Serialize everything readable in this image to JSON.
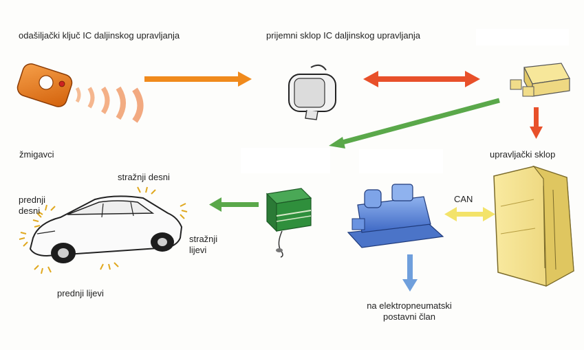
{
  "labels": {
    "key_fob": "odašiljački ključ IC daljinskog upravljanja",
    "receiver": "prijemni sklop IC daljinskog upravljanja",
    "indicators": "žmigavci",
    "control_unit": "upravljački sklop",
    "rear_right": "stražnji desni",
    "front_right_1": "prednji",
    "front_right_2": "desni",
    "rear_left_1": "stražnji",
    "rear_left_2": "lijevi",
    "front_left": "prednji lijevi",
    "can": "CAN",
    "actuator_1": "na elektropneumatski",
    "actuator_2": "postavni član"
  },
  "colors": {
    "arrow_orange": "#f08a1c",
    "arrow_red": "#e8502a",
    "arrow_green": "#5aa84a",
    "arrow_yellow": "#f3e36a",
    "arrow_blue": "#6f9fdc",
    "key_fob": "#f07d12",
    "control_unit": "#f5e38c",
    "pump_blue": "#5b86d8",
    "relay_green": "#2f8f3c"
  },
  "icons": [
    "key-fob-icon",
    "receiver-mirror-icon",
    "relay-icon",
    "control-unit-icon",
    "pump-icon",
    "flasher-relay-icon",
    "car-icon"
  ]
}
